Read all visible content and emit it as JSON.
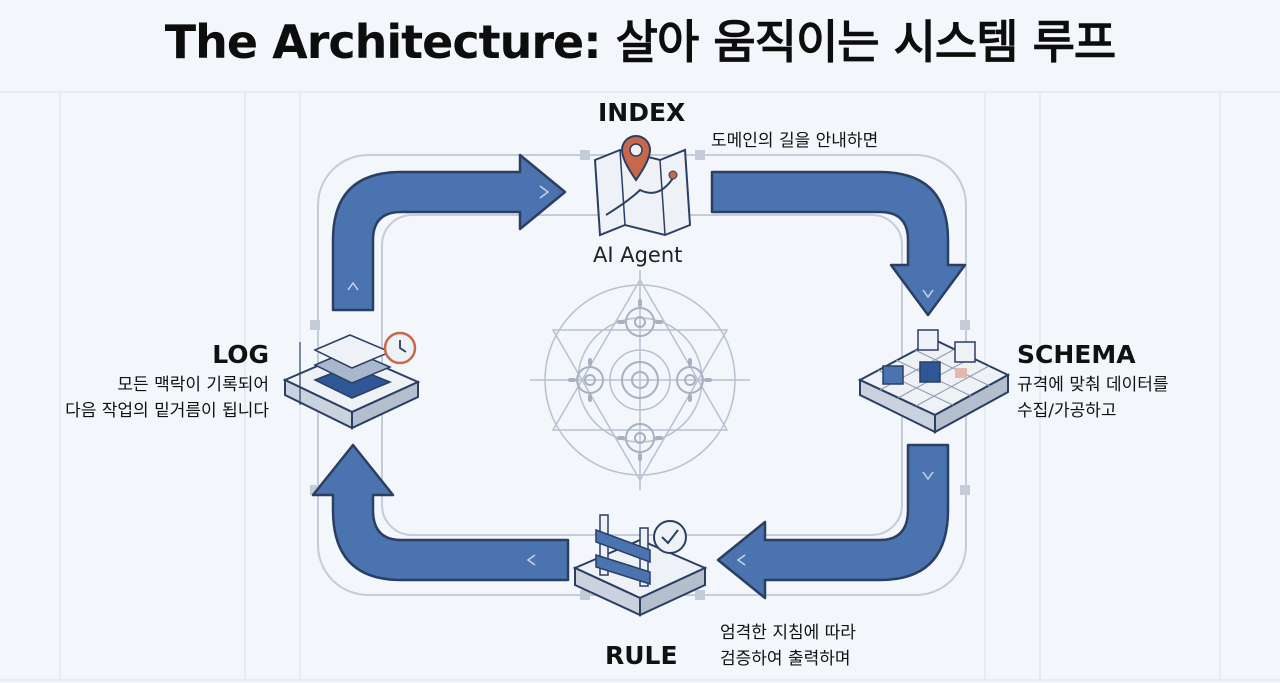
{
  "title": "The Architecture: 살아 움직이는 시스템 루프",
  "nodes": {
    "index": {
      "label": "INDEX",
      "sublabel": "AI Agent",
      "description": "도메인의 길을 안내하면"
    },
    "schema": {
      "label": "SCHEMA",
      "description_line1": "규격에 맞춰 데이터를",
      "description_line2": "수집/가공하고"
    },
    "rule": {
      "label": "RULE",
      "description_line1": "엄격한 지침에 따라",
      "description_line2": "검증하여 출력하며"
    },
    "log": {
      "label": "LOG",
      "description_line1": "모든 맥락이 기록되어",
      "description_line2": "다음 작업의 밑거름이 됩니다"
    }
  },
  "colors": {
    "arrow_fill": "#4a73b0",
    "arrow_outline": "#2b3f63",
    "line": "#c9d2de",
    "background": "#f3f6fa",
    "accent_pin": "#c7684a"
  }
}
